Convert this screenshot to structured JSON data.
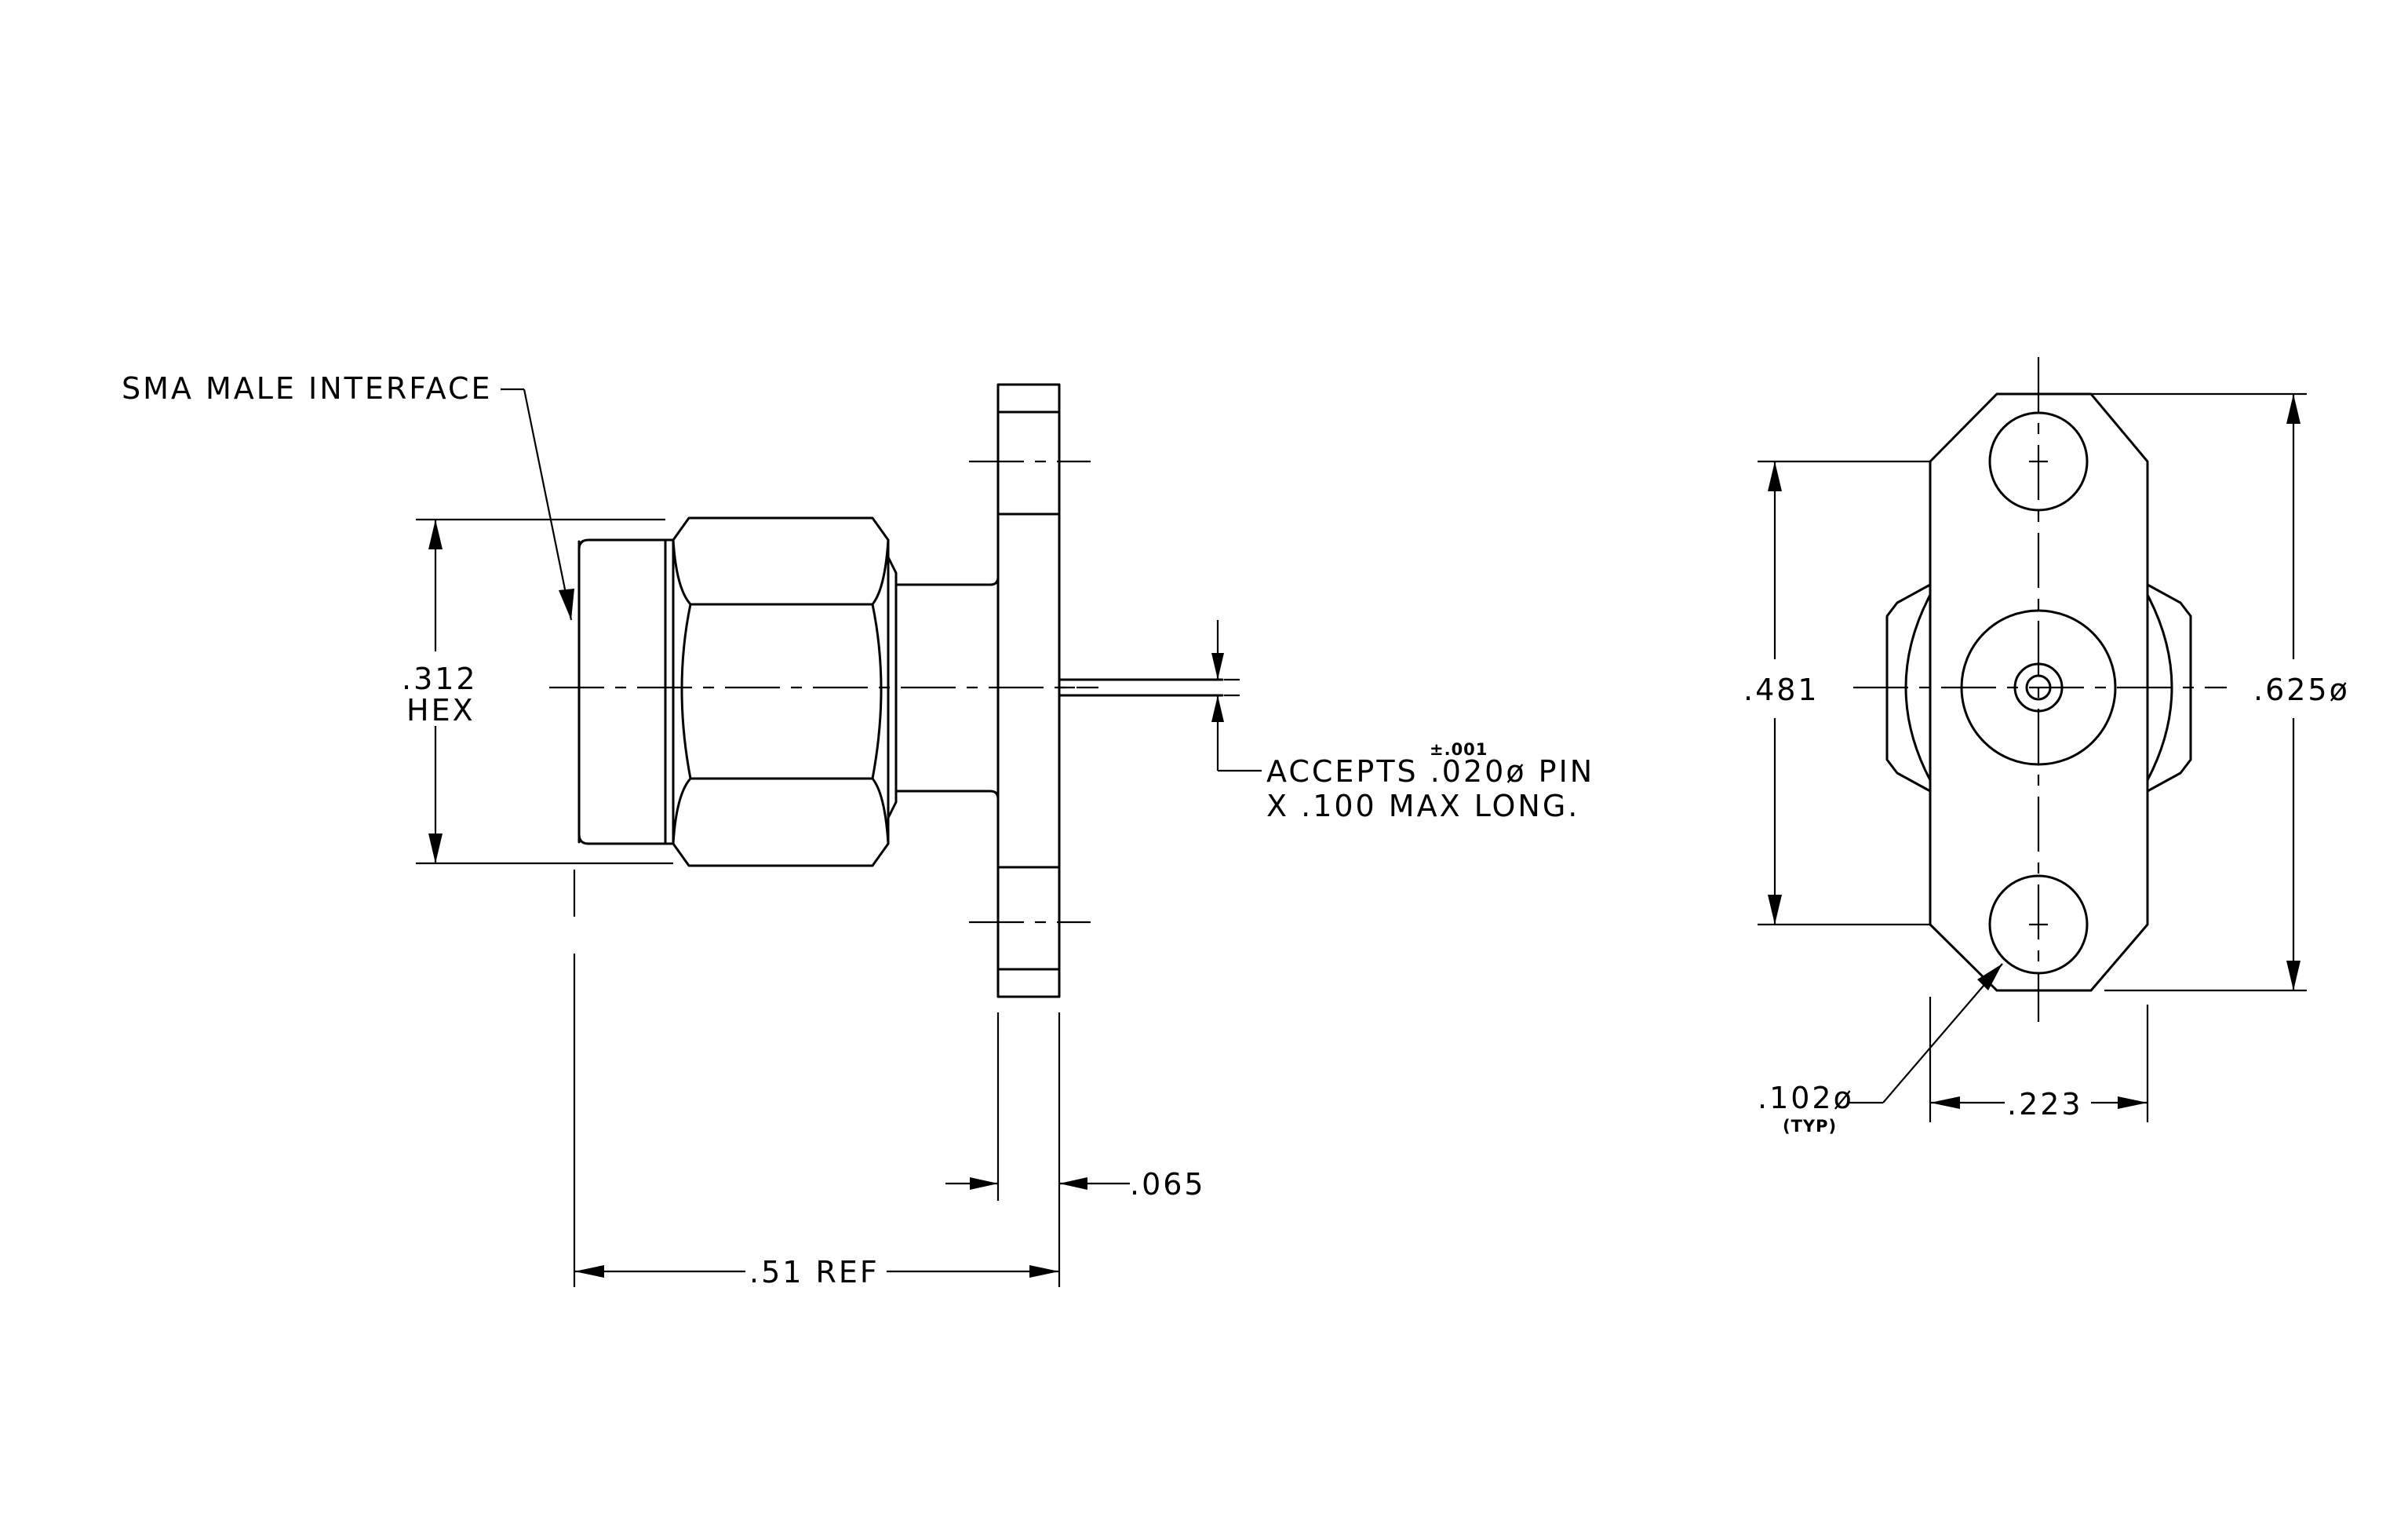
{
  "callouts": {
    "interface": "SMA MALE INTERFACE",
    "accepts_line1": "ACCEPTS .020ø PIN",
    "accepts_tol": "±.001",
    "accepts_line2": "X .100 MAX LONG."
  },
  "dimensions": {
    "hex_value": ".312",
    "hex_word": "HEX",
    "flange_thickness": ".065",
    "overall_length": ".51 REF",
    "hole_spacing": ".481",
    "flange_diameter": ".625ø",
    "hole_diameter": ".102ø",
    "hole_note": "(TYP)",
    "flat_width": ".223"
  }
}
